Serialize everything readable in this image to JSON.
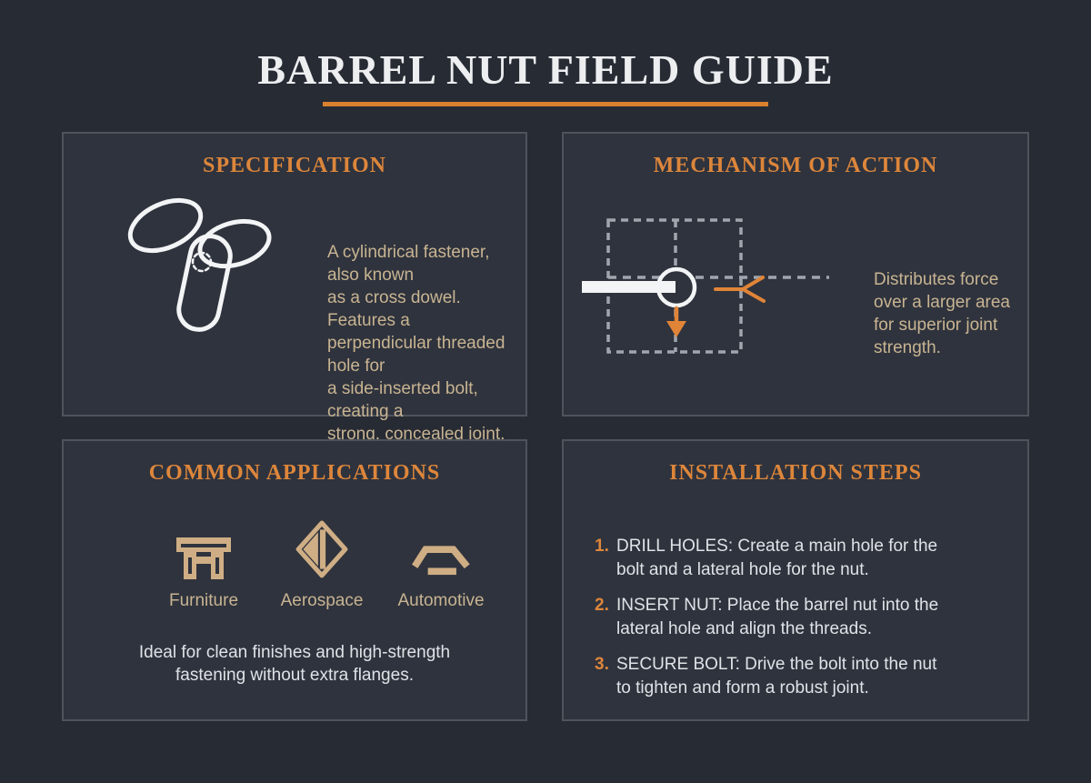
{
  "title": "BARREL NUT FIELD GUIDE",
  "colors": {
    "background": "#272b34",
    "panel_background": "#2f333d",
    "panel_border": "#4e535c",
    "accent_orange": "#dd863b",
    "underline_orange": "#d9812e",
    "tan_text": "#c8b492",
    "light_text": "#dfe3e7",
    "sketch_white": "#f2f4f5",
    "dash_gray": "#a0a6ae",
    "icon_tan": "#cfae85"
  },
  "panels": {
    "specification": {
      "heading": "SPECIFICATION",
      "illustration": "barrel-nut-sketch",
      "description": "A cylindrical fastener, also known\nas a cross dowel. Features a\nperpendicular threaded hole for\na side-inserted bolt, creating a\nstrong, concealed joint."
    },
    "mechanism": {
      "heading": "MECHANISM OF ACTION",
      "diagram": "force-distribution-diagram",
      "description": "Distributes force\nover a larger area\nfor superior joint\nstrength."
    },
    "applications": {
      "heading": "COMMON APPLICATIONS",
      "items": [
        {
          "icon": "furniture-icon",
          "label": "Furniture"
        },
        {
          "icon": "aerospace-icon",
          "label": "Aerospace"
        },
        {
          "icon": "automotive-icon",
          "label": "Automotive"
        }
      ],
      "note": "Ideal for clean finishes and high-strength\nfastening without extra flanges."
    },
    "installation": {
      "heading": "INSTALLATION STEPS",
      "steps": [
        {
          "number": "1.",
          "text": "DRILL HOLES: Create a main hole for the\nbolt and a lateral hole for the nut."
        },
        {
          "number": "2.",
          "text": "INSERT NUT: Place the barrel nut into the\nlateral hole and align the threads."
        },
        {
          "number": "3.",
          "text": "SECURE BOLT: Drive the bolt into the nut\nto tighten and form a robust joint."
        }
      ]
    }
  }
}
